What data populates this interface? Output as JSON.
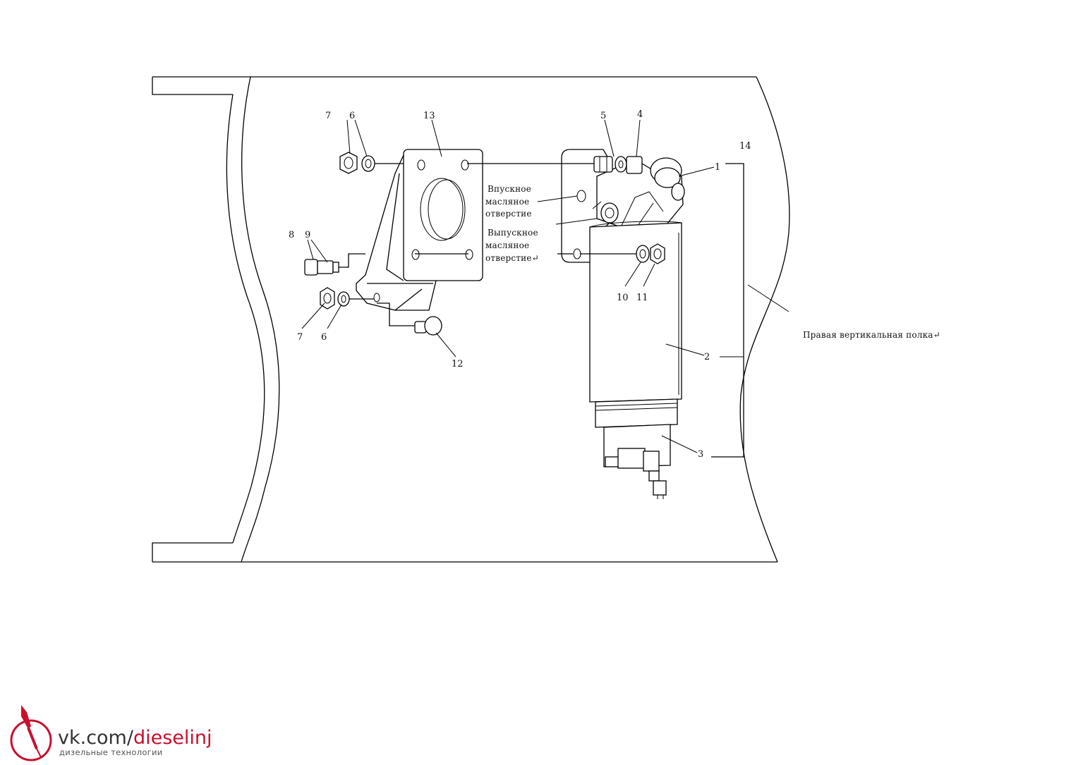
{
  "diagram": {
    "callouts": {
      "c1": "1",
      "c2": "2",
      "c3": "3",
      "c4": "4",
      "c5": "5",
      "c6a": "6",
      "c6b": "6",
      "c7a": "7",
      "c7b": "7",
      "c8": "8",
      "c9": "9",
      "c10": "10",
      "c11": "11",
      "c12": "12",
      "c13": "13",
      "c14": "14"
    },
    "notes": {
      "inlet": [
        "Впускное",
        "масляное",
        "отверстие"
      ],
      "outlet": [
        "Выпускное",
        "масляное",
        "отверстие↵"
      ],
      "frame": "Правая вертикальная полка↵"
    }
  },
  "watermark": {
    "url_prefix": "vk.com/",
    "url_accent": "dieselinj",
    "subtitle": "дизельные технологии",
    "accent_color": "#c8102e"
  }
}
